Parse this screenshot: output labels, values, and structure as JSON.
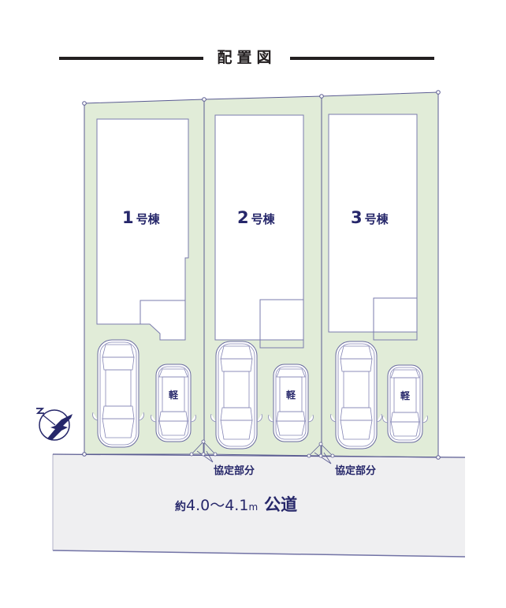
{
  "title": "配置図",
  "lots": [
    {
      "id": "1",
      "number": "1",
      "suffix": "号棟",
      "compact_car_label": "軽"
    },
    {
      "id": "2",
      "number": "2",
      "suffix": "号棟",
      "compact_car_label": "軽"
    },
    {
      "id": "3",
      "number": "3",
      "suffix": "号棟",
      "compact_car_label": "軽"
    }
  ],
  "agreement_labels": [
    "協定部分",
    "協定部分"
  ],
  "road": {
    "prefix": "約",
    "width": "4.0〜4.1",
    "unit": "m",
    "name": "公道"
  },
  "compass": {
    "icon": "north-arrow-bird-icon",
    "direction_letter": "N"
  },
  "colors": {
    "lot_fill": "#e1ecd8",
    "line": "#5b5c92",
    "text": "#26276a",
    "road_fill": "#efeff1",
    "title_line": "#231f20"
  }
}
